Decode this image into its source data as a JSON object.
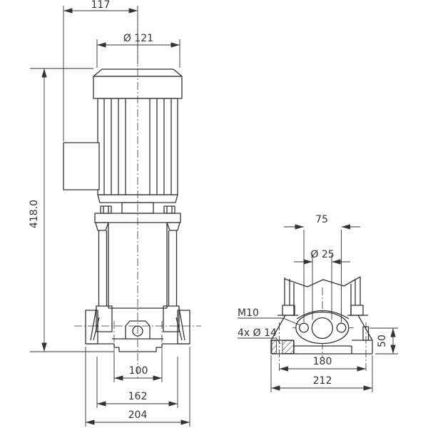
{
  "drawing": {
    "side_view": {
      "dim_top_width": "117",
      "dim_motor_diameter": "Ø 121",
      "dim_overall_height": "418.0",
      "dim_foot_hole_spacing": "100",
      "dim_body_width": "162",
      "dim_base_width": "204"
    },
    "front_view": {
      "dim_flange_bolt_spacing": "75",
      "dim_port_diameter": "Ø 25",
      "dim_port_height": "50",
      "dim_foot_hole_spacing": "180",
      "dim_base_depth": "212",
      "label_flange_thread": "M10",
      "label_foot_holes": "4x Ø 14"
    }
  }
}
